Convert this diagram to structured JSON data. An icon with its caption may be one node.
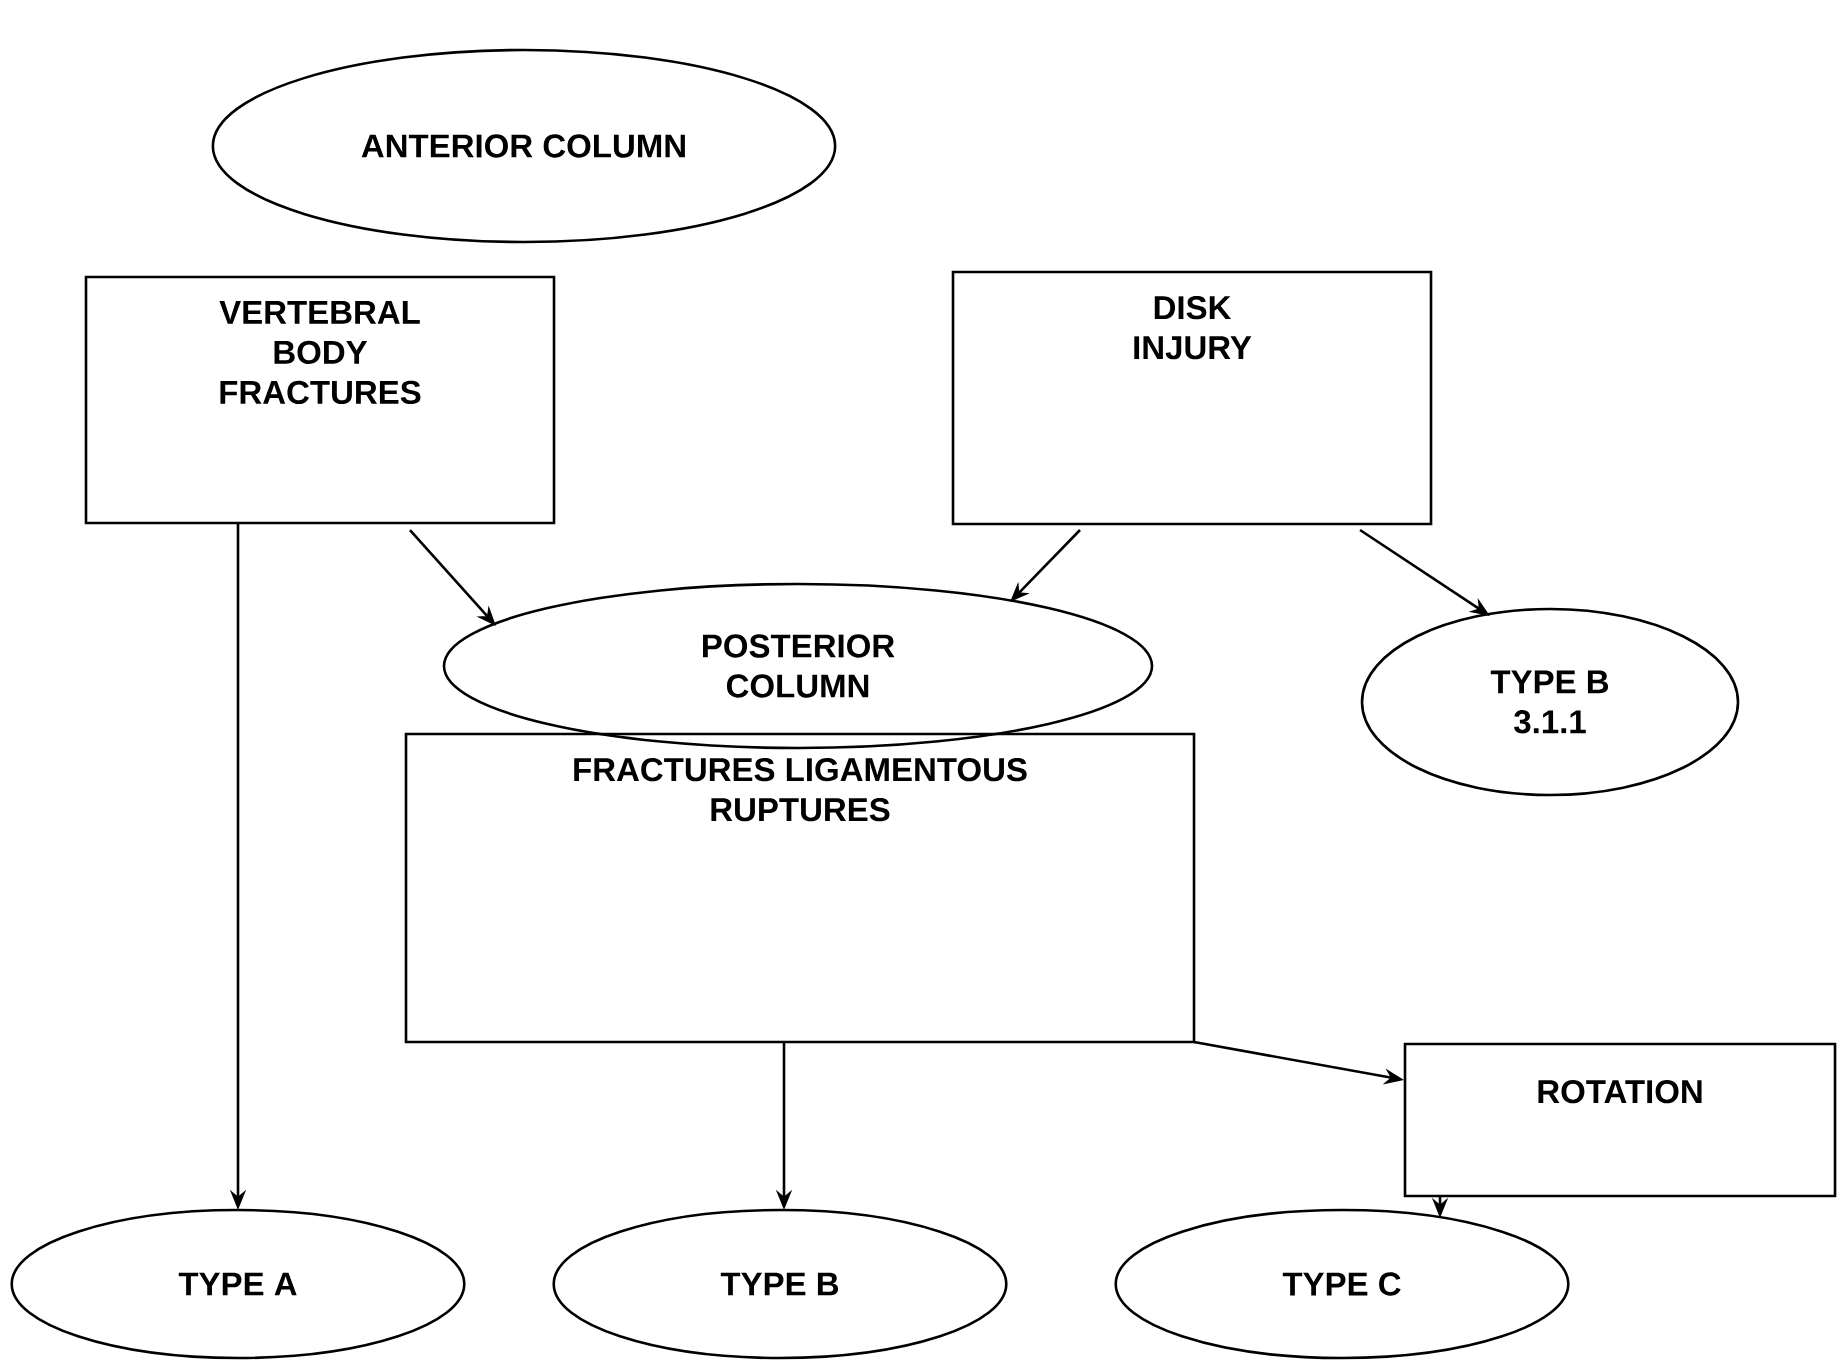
{
  "diagram": {
    "nodes": [
      {
        "text": [
          "ANTERIOR COLUMN"
        ]
      },
      {
        "text": [
          "VERTEBRAL BODY FRACTURES"
        ]
      },
      {
        "text": [
          "DISK INJURY"
        ]
      },
      {
        "text": [
          "POSTERIOR COLUMN"
        ]
      },
      {
        "text": [
          "TYPE B 3.1.1"
        ]
      },
      {
        "text": [
          "FRACTURES LIGAMENTOUS RUPTURES"
        ]
      },
      {
        "text": [
          "ROTATION"
        ]
      },
      {
        "text": [
          "TYPE A"
        ]
      },
      {
        "text": [
          "TYPE B"
        ]
      },
      {
        "text": [
          "TYPE C"
        ]
      }
    ],
    "edges": [
      {
        "from": 1,
        "to": 7,
        "arrow": "to"
      },
      {
        "from": 1,
        "to": 3,
        "arrow": "to"
      },
      {
        "from": 2,
        "to": 3,
        "arrow": "to"
      },
      {
        "from": 2,
        "to": 4,
        "arrow": "to"
      },
      {
        "from": 5,
        "to": 8,
        "arrow": "to"
      },
      {
        "from": 5,
        "to": 6,
        "arrow": "to"
      },
      {
        "from": 6,
        "to": 9,
        "arrow": "to"
      }
    ]
  }
}
